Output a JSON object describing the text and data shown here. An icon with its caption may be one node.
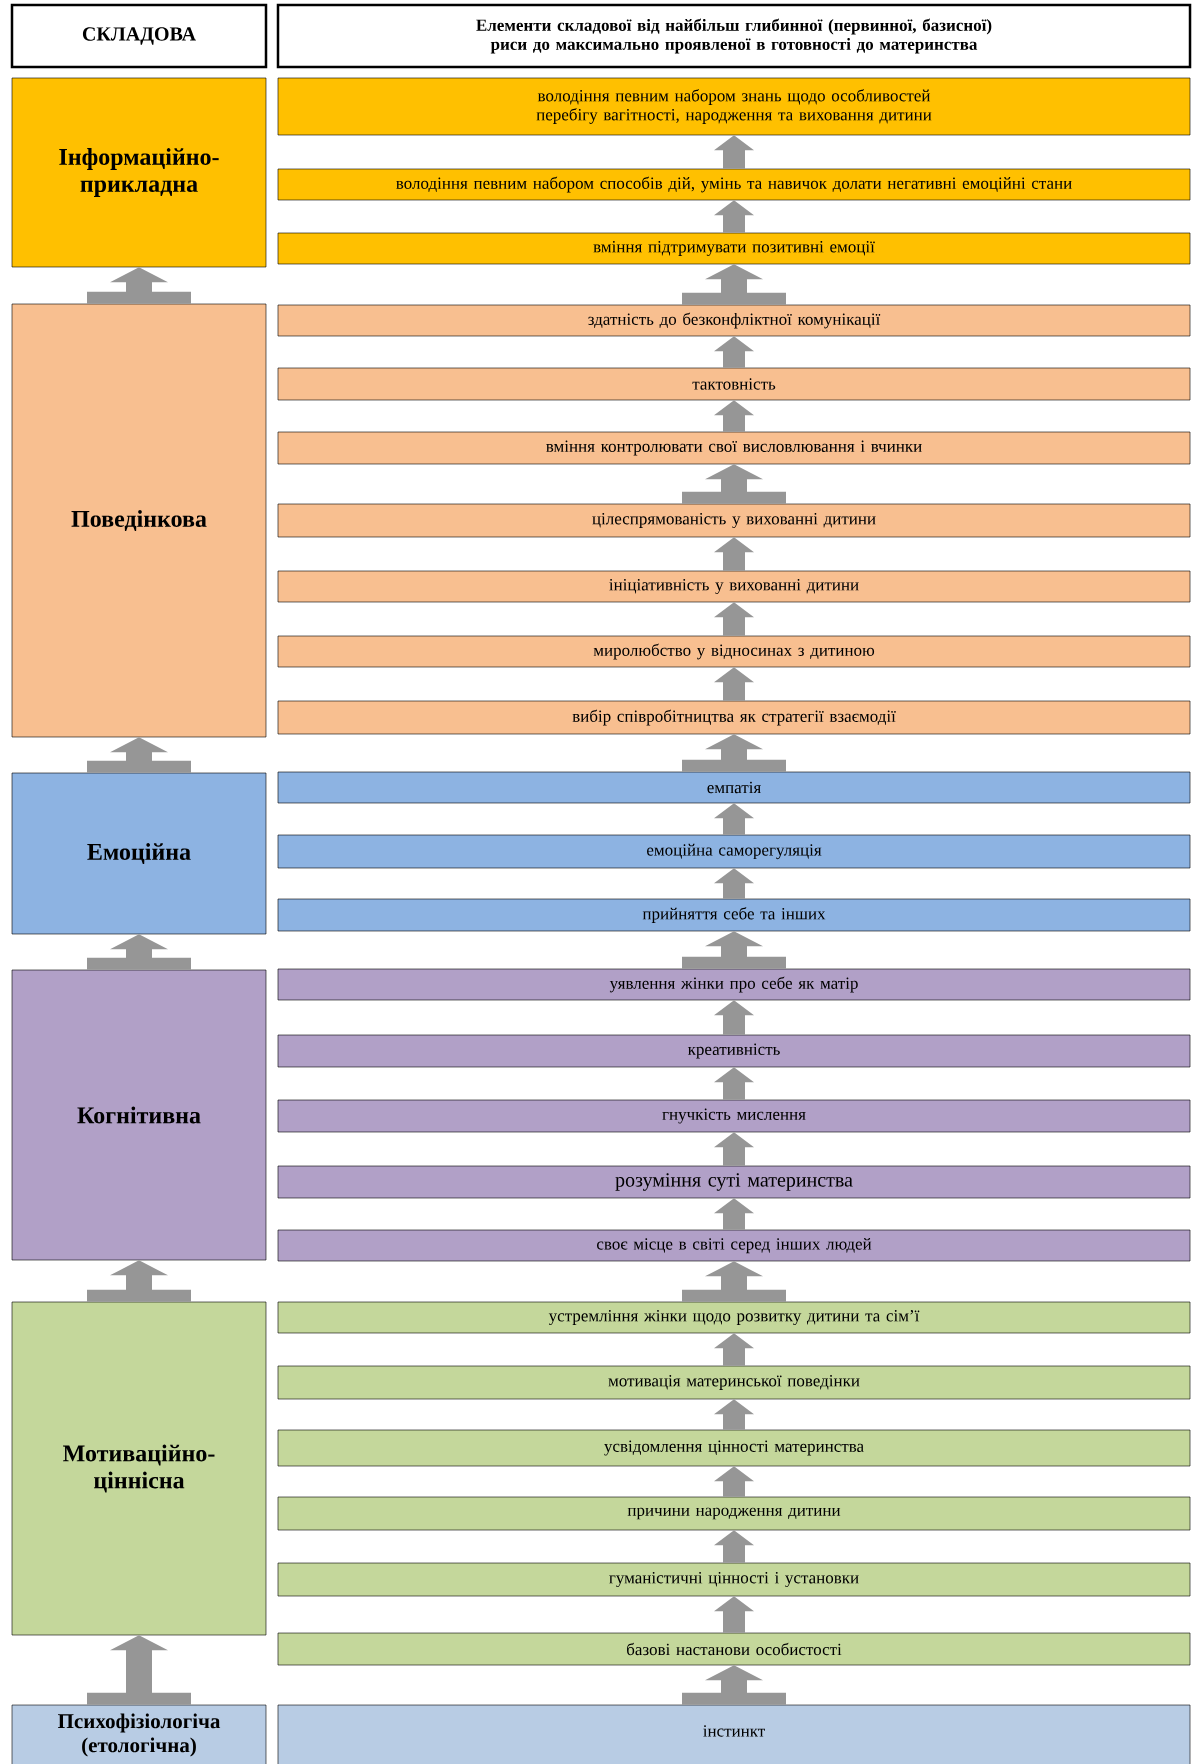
{
  "diagram": {
    "nodes": [
      {
        "text": [
          "СКЛАДОВА"
        ]
      },
      {
        "text": [
          "Елементи складової від найбільш глибинної (первинної, базисної) риси до максимально проявленої в готовності до материнства"
        ]
      },
      {
        "text": [
          "Інформаційно-прикладна"
        ]
      },
      {
        "text": [
          "володіння певним набором знань щодо особливостей перебігу вагітності, народження та виховання дитини"
        ]
      },
      {
        "text": [
          "володіння певним набором способів дій, умінь та навичок долати негативні емоційні стани"
        ]
      },
      {
        "text": [
          "вміння підтримувати позитивні емоції"
        ]
      },
      {
        "text": [
          "Поведінкова"
        ]
      },
      {
        "text": [
          "здатність до безконфліктної комунікації"
        ]
      },
      {
        "text": [
          "тактовність"
        ]
      },
      {
        "text": [
          "вміння контролювати свої висловлювання і вчинки"
        ]
      },
      {
        "text": [
          "цілеспрямованість у вихованні дитини"
        ]
      },
      {
        "text": [
          "ініціативність у вихованні дитини"
        ]
      },
      {
        "text": [
          "миролюбство у відносинах з дитиною"
        ]
      },
      {
        "text": [
          "вибір співробітництва як стратегії взаємодії"
        ]
      },
      {
        "text": [
          "Емоційна"
        ]
      },
      {
        "text": [
          "емпатія"
        ]
      },
      {
        "text": [
          "емоційна саморегуляція"
        ]
      },
      {
        "text": [
          "прийняття себе та інших"
        ]
      },
      {
        "text": [
          "Когнітивна"
        ]
      },
      {
        "text": [
          "уявлення жінки про себе як матір"
        ]
      },
      {
        "text": [
          "креативність"
        ]
      },
      {
        "text": [
          "гнучкість мислення"
        ]
      },
      {
        "text": [
          "розуміння суті материнства"
        ]
      },
      {
        "text": [
          "своє місце в світі серед інших людей"
        ]
      },
      {
        "text": [
          "Мотиваційно-ціннісна"
        ]
      },
      {
        "text": [
          "устремління жінки щодо розвитку дитини та сім’ї"
        ]
      },
      {
        "text": [
          "мотивація материнської поведінки"
        ]
      },
      {
        "text": [
          "усвідомлення цінності материнства"
        ]
      },
      {
        "text": [
          "причини народження дитини"
        ]
      },
      {
        "text": [
          "гуманістичні цінності і установки"
        ]
      },
      {
        "text": [
          "базові настанови особистості"
        ]
      },
      {
        "text": [
          "Психофізіологіча (етологічна)"
        ]
      },
      {
        "text": [
          "інстинкт"
        ]
      }
    ],
    "edges": [
      {
        "from": 6,
        "to": 2,
        "arrow": "to",
        "style": "thick"
      },
      {
        "from": 14,
        "to": 6,
        "arrow": "to",
        "style": "thick"
      },
      {
        "from": 18,
        "to": 14,
        "arrow": "to",
        "style": "thick"
      },
      {
        "from": 24,
        "to": 18,
        "arrow": "to",
        "style": "thick"
      },
      {
        "from": 31,
        "to": 24,
        "arrow": "to",
        "style": "thick"
      },
      {
        "from": 4,
        "to": 3,
        "arrow": "to"
      },
      {
        "from": 5,
        "to": 4,
        "arrow": "to"
      },
      {
        "from": 7,
        "to": 5,
        "arrow": "to",
        "style": "thick"
      },
      {
        "from": 8,
        "to": 7,
        "arrow": "to"
      },
      {
        "from": 9,
        "to": 8,
        "arrow": "to"
      },
      {
        "from": 10,
        "to": 9,
        "arrow": "to",
        "style": "thick"
      },
      {
        "from": 11,
        "to": 10,
        "arrow": "to"
      },
      {
        "from": 12,
        "to": 11,
        "arrow": "to"
      },
      {
        "from": 13,
        "to": 12,
        "arrow": "to"
      },
      {
        "from": 15,
        "to": 13,
        "arrow": "to",
        "style": "thick"
      },
      {
        "from": 16,
        "to": 15,
        "arrow": "to"
      },
      {
        "from": 17,
        "to": 16,
        "arrow": "to"
      },
      {
        "from": 19,
        "to": 17,
        "arrow": "to",
        "style": "thick"
      },
      {
        "from": 20,
        "to": 19,
        "arrow": "to"
      },
      {
        "from": 21,
        "to": 20,
        "arrow": "to"
      },
      {
        "from": 22,
        "to": 21,
        "arrow": "to"
      },
      {
        "from": 23,
        "to": 22,
        "arrow": "to"
      },
      {
        "from": 25,
        "to": 23,
        "arrow": "to",
        "style": "thick"
      },
      {
        "from": 26,
        "to": 25,
        "arrow": "to"
      },
      {
        "from": 27,
        "to": 26,
        "arrow": "to"
      },
      {
        "from": 28,
        "to": 27,
        "arrow": "to"
      },
      {
        "from": 29,
        "to": 28,
        "arrow": "to"
      },
      {
        "from": 30,
        "to": 29,
        "arrow": "to"
      },
      {
        "from": 32,
        "to": 30,
        "arrow": "to",
        "style": "thick"
      }
    ]
  }
}
